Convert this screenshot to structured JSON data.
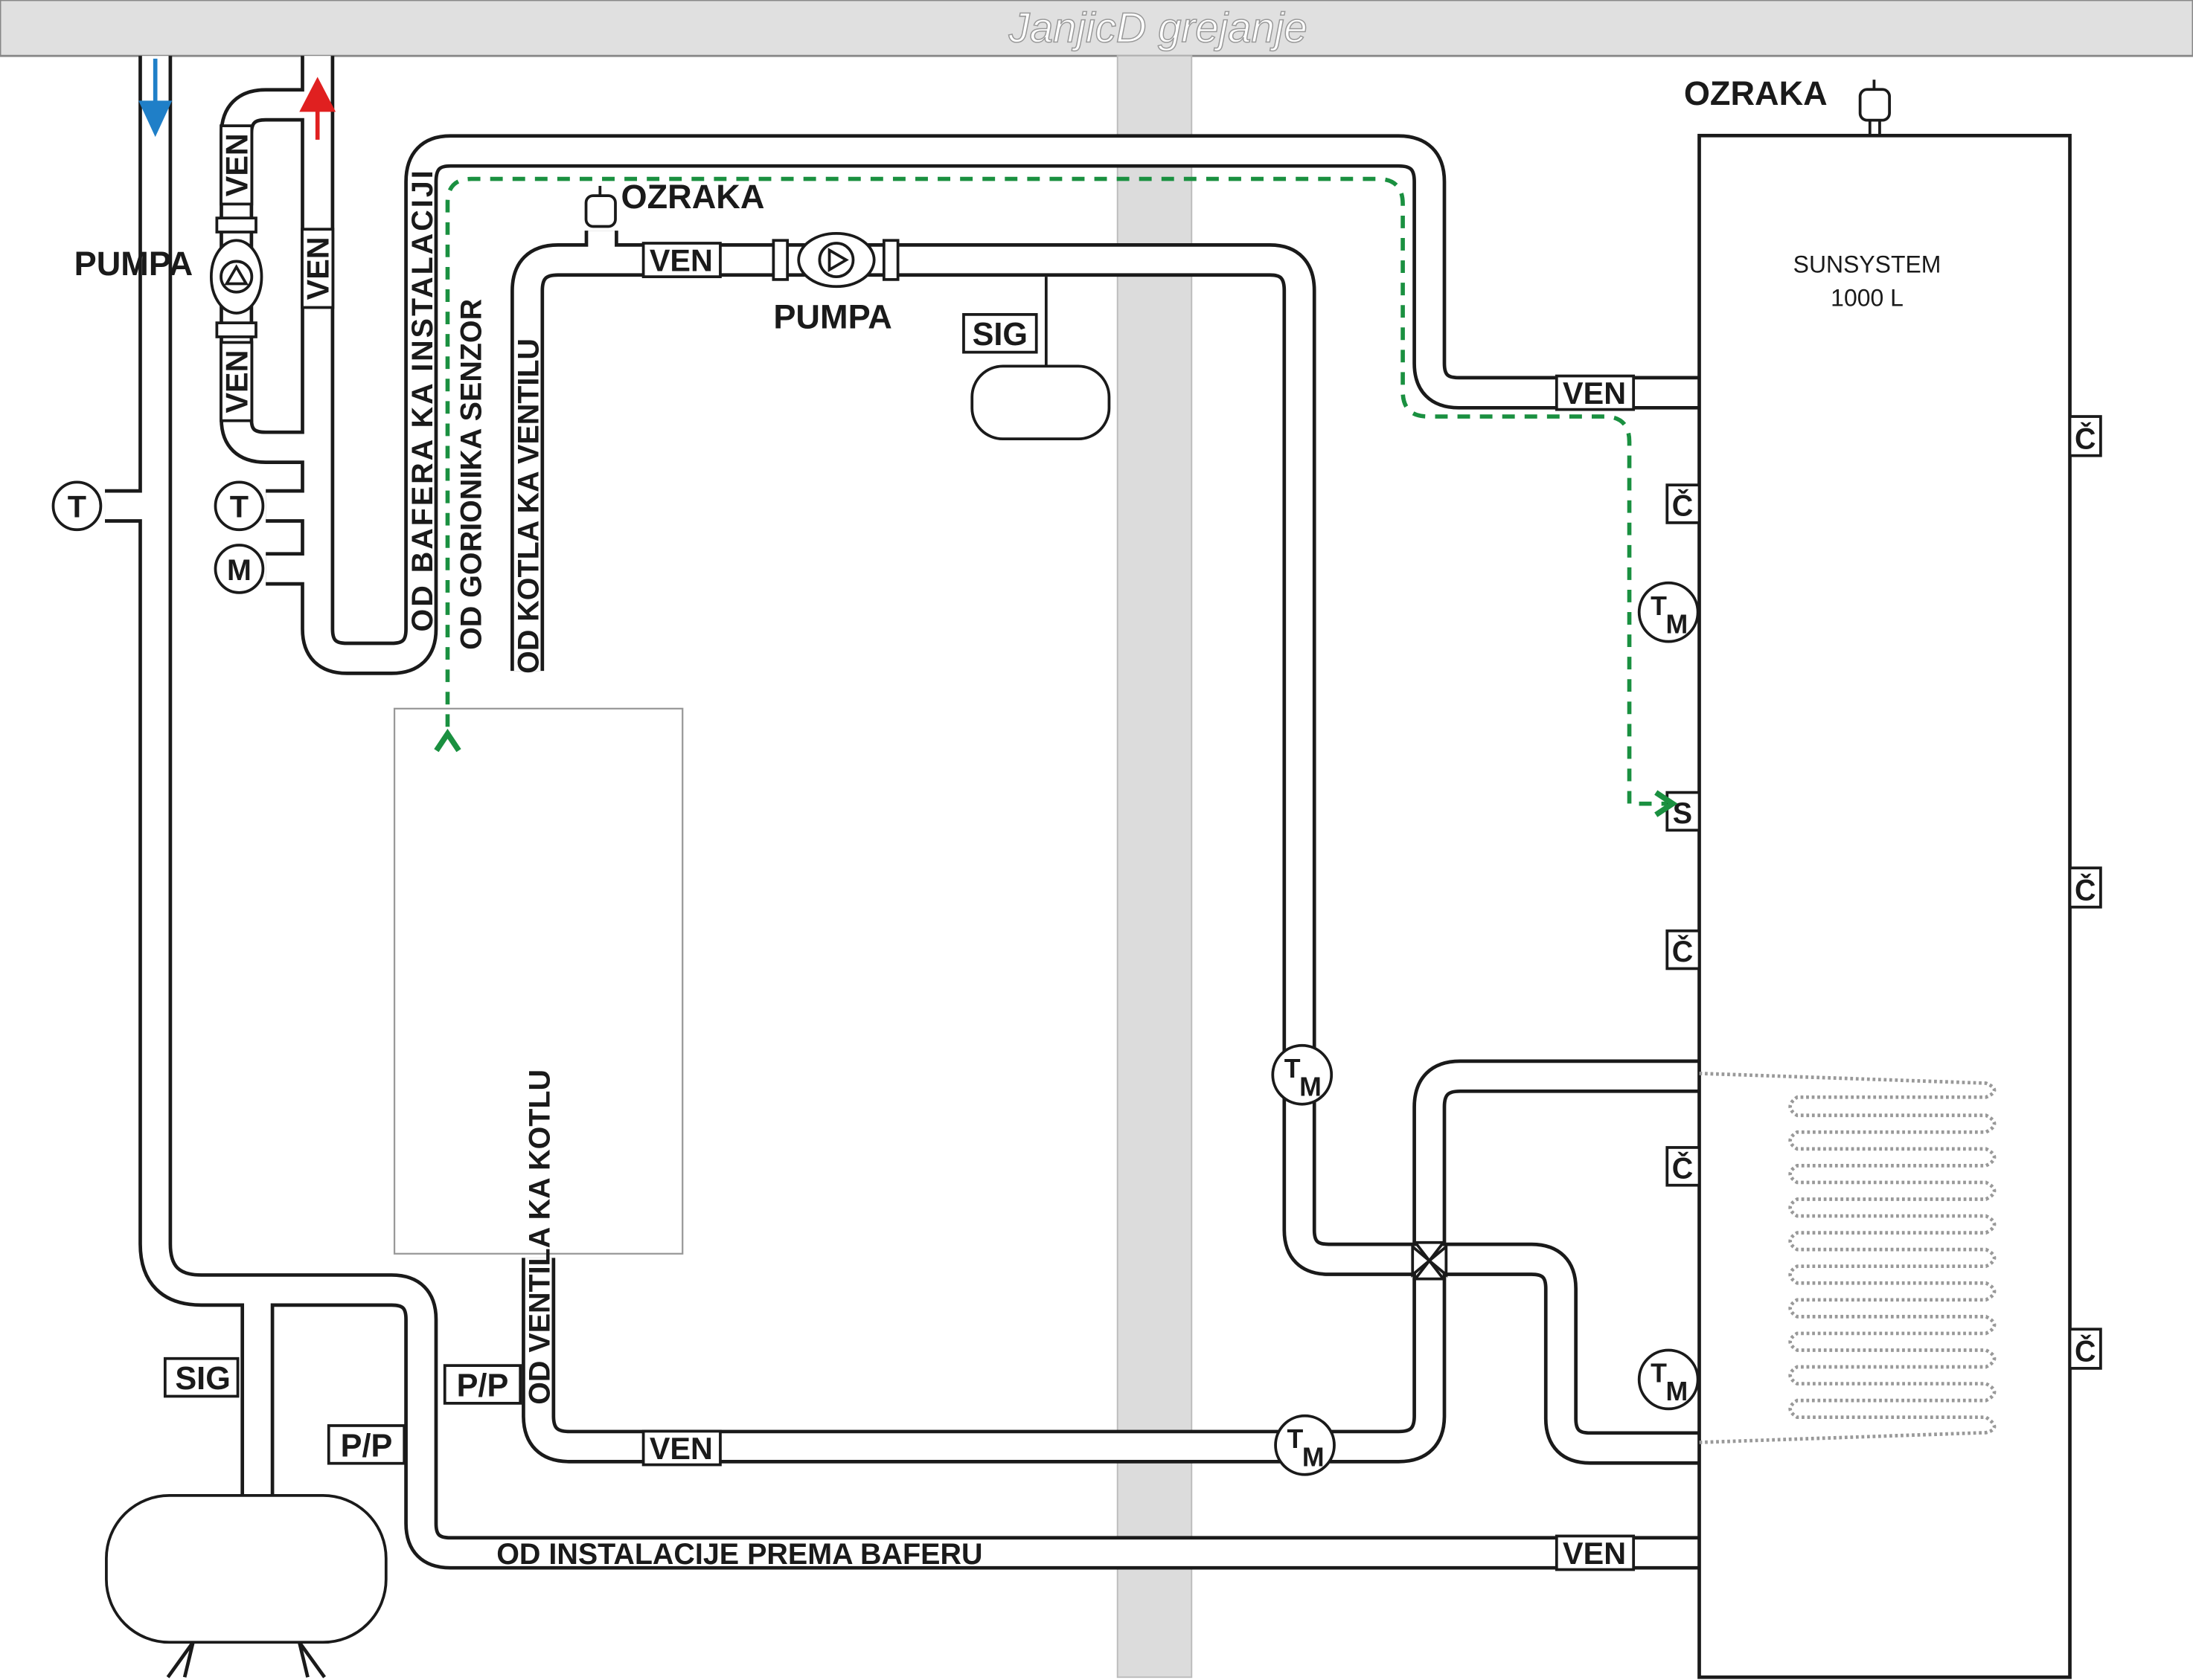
{
  "header": {
    "title": "JanjicD grejanje",
    "background": "#e0e0e0"
  },
  "colors": {
    "cold_arrow": "#1f7fc8",
    "hot_arrow": "#e02020",
    "sensor_line": "#1a9040",
    "coil": "#999999",
    "band": "#dcdcdc"
  },
  "labels": {
    "ozraka_tank": "OZRAKA",
    "ozraka_boiler": "OZRAKA",
    "pumpa_left": "PUMPA",
    "pumpa_boiler": "PUMPA",
    "sig_top": "SIG",
    "sig_bottom": "SIG",
    "pp_1": "P/P",
    "pp_2": "P/P",
    "ven_loop_1": "VEN",
    "ven_loop_2": "VEN",
    "ven_return": "VEN",
    "ven_boiler_top": "VEN",
    "ven_tank_top": "VEN",
    "ven_boiler_bottom": "VEN",
    "ven_tank_bottom": "VEN",
    "od_bafera": "OD BAFERA KA INSTALACIJI",
    "od_gorionika": "OD GORIONIKA SENZOR",
    "od_kotla": "OD KOTLA KA VENTILU",
    "od_ventila": "OD VENTILA KA KOTLU",
    "od_instalacije": "OD INSTALACIJE PREMA BAFERU",
    "tank_name": "SUNSYSTEM",
    "tank_volume": "1000 L"
  },
  "gauges": {
    "t": "T",
    "m": "M",
    "tm_t": "T",
    "tm_m": "M"
  },
  "ports": {
    "c": "Č",
    "s": "S"
  }
}
